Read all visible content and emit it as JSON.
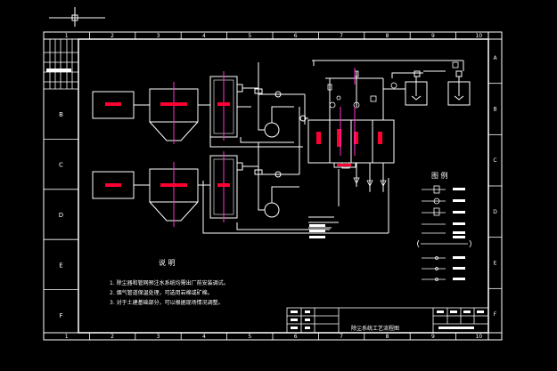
{
  "drawing": {
    "col_numbers": [
      "1",
      "2",
      "3",
      "4",
      "5",
      "6",
      "7",
      "8",
      "9",
      "10"
    ],
    "row_letters": [
      "A",
      "B",
      "C",
      "D",
      "E",
      "F"
    ],
    "left_row_letters": [
      "B",
      "C",
      "D",
      "E",
      "F"
    ]
  },
  "colors": {
    "background": "#000000",
    "frame": "#ffffff",
    "pipe": "#ffffff",
    "equipment_fill": "#ff0033",
    "magenta": "#ff33cc",
    "crosshair": "#ffffff"
  },
  "notes": {
    "title": "说 明",
    "lines": [
      "1. 除尘器和管网预注水系统均需出厂前安装调试。",
      "2. 烟气管道保温处理，可选用岩棉或矿棉。",
      "3. 对于土建基础部分，可以根据现场情况调整。"
    ]
  },
  "legend": {
    "title": "图 例"
  },
  "title_block": {
    "drawing_title": "除尘系统工艺流程图"
  }
}
